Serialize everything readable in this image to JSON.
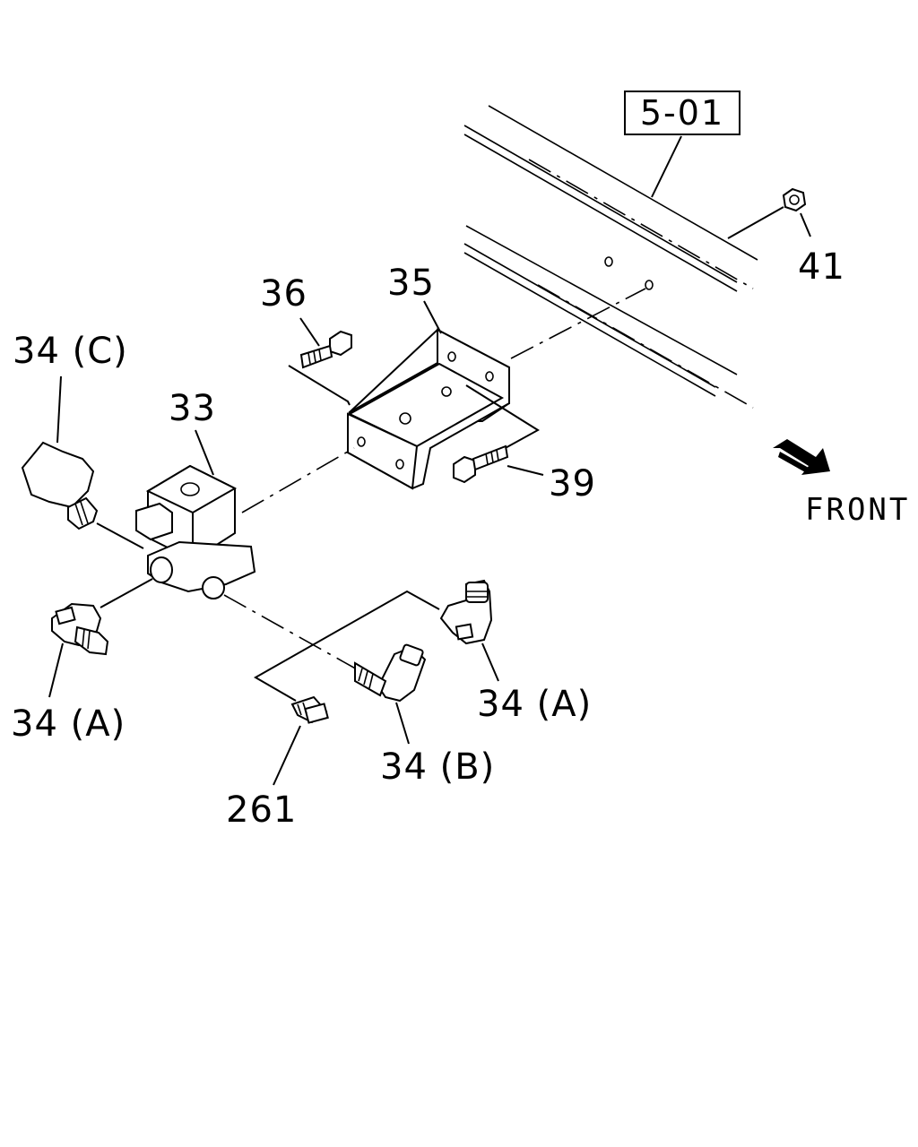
{
  "diagram": {
    "reference": "5-01",
    "direction_label": "FRONT",
    "callouts": {
      "p41": "41",
      "p36": "36",
      "p35": "35",
      "p34c": "34 (C)",
      "p33": "33",
      "p39": "39",
      "p34a_left": "34 (A)",
      "p34a_right": "34 (A)",
      "p34b": "34 (B)",
      "p261": "261"
    }
  }
}
